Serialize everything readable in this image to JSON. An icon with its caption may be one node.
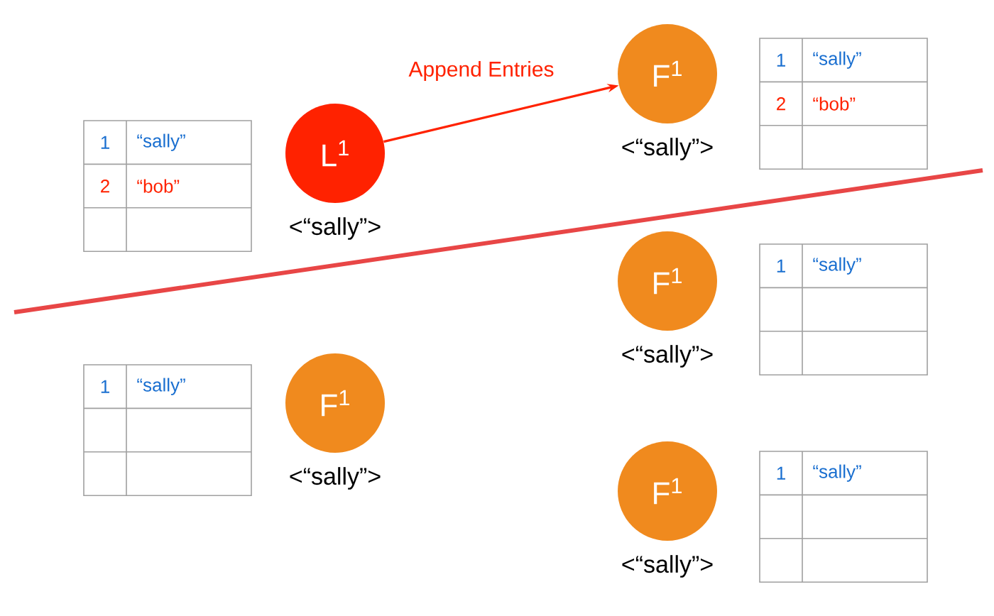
{
  "diagram": {
    "nodes": [
      {
        "text": [
          "F$^{1}$"
        ],
        "beside": [
          "<“sally”>"
        ]
      },
      {
        "text": [
          "L$^{1}$"
        ],
        "beside": [
          "<“sally”>"
        ]
      },
      {
        "text": [
          "F$^{1}$"
        ],
        "beside": [
          "<“sally”>"
        ]
      },
      {
        "text": [
          "F$^{1}$"
        ],
        "beside": [
          "<“sally”>"
        ]
      },
      {
        "text": [
          "F$^{1}$"
        ],
        "beside": [
          "<“sally”>"
        ]
      }
    ],
    "edges": [
      {
        "from": 1,
        "to": 0,
        "arrow": "to",
        "label": "Append Entries",
        "color": "#ff2200"
      }
    ],
    "labels": [
      "1",
      "“sally”",
      "2",
      "“bob”",
      "1",
      "“sally”",
      "2",
      "“bob”",
      "1",
      "“sally”",
      "1",
      "“sally”",
      "1",
      "“sally”"
    ]
  }
}
